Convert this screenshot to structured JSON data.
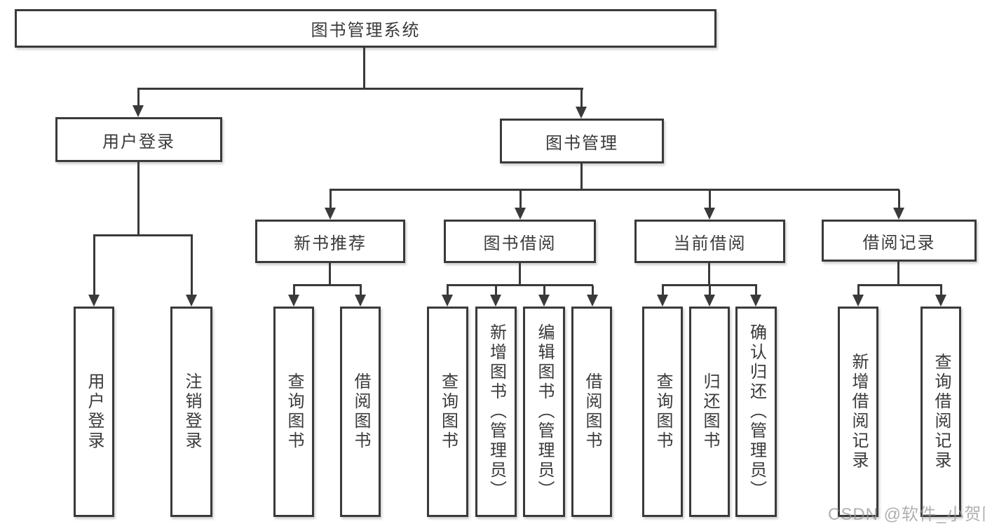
{
  "tree": {
    "title": "图书管理系统",
    "branches": [
      {
        "label": "用户登录",
        "children": [
          {
            "label": "用户登录"
          },
          {
            "label": "注销登录"
          }
        ]
      },
      {
        "label": "图书管理",
        "children": [
          {
            "label": "新书推荐",
            "children": [
              {
                "label": "查询图书"
              },
              {
                "label": "借阅图书"
              }
            ]
          },
          {
            "label": "图书借阅",
            "children": [
              {
                "label": "查询图书"
              },
              {
                "label": "新增图书（管理员）"
              },
              {
                "label": "编辑图书（管理员）"
              },
              {
                "label": "借阅图书"
              }
            ]
          },
          {
            "label": "当前借阅",
            "children": [
              {
                "label": "查询图书"
              },
              {
                "label": "归还图书"
              },
              {
                "label": "确认归还（管理员）"
              }
            ]
          },
          {
            "label": "借阅记录",
            "children": [
              {
                "label": "新增借阅记录"
              },
              {
                "label": "查询借阅记录"
              }
            ]
          }
        ]
      }
    ]
  },
  "watermark": "CSDN @软件_小贺同学",
  "colors": {
    "line": "#3a3a3a",
    "text": "#3a3a3a",
    "background": "#ffffff",
    "watermark": "#969696"
  }
}
